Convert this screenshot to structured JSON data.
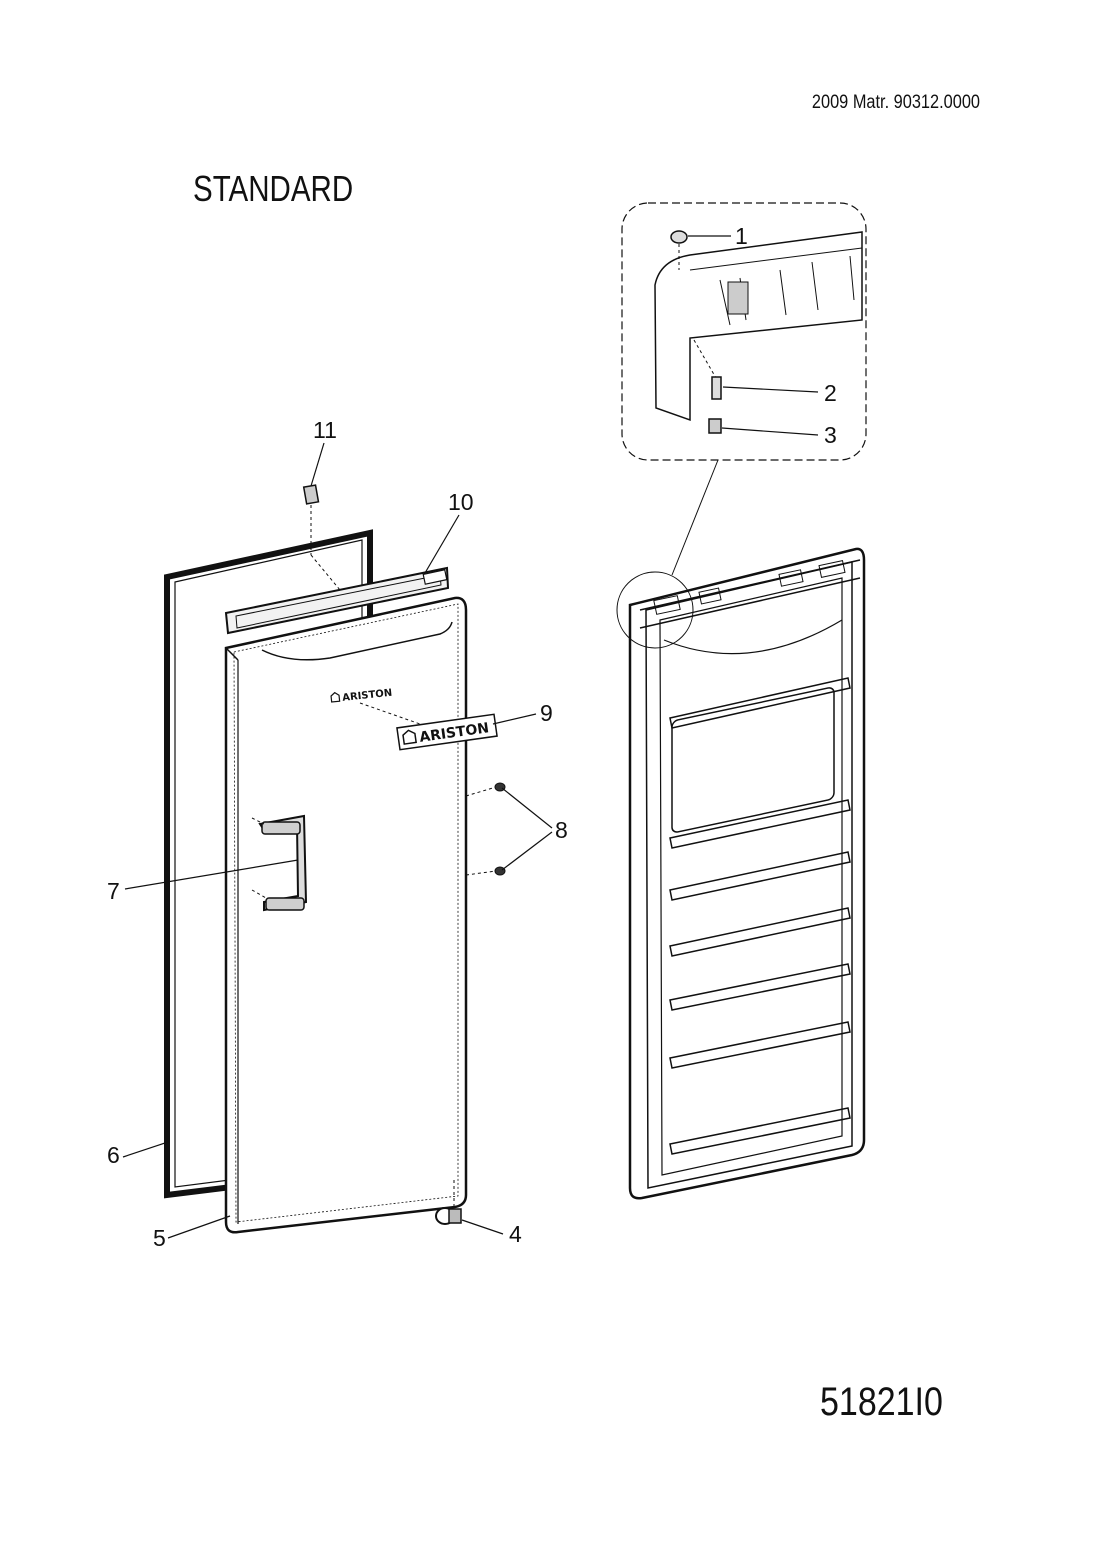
{
  "header": {
    "doc_ref": "2009  Matr. 90312.0000",
    "variant": "STANDARD"
  },
  "footer": {
    "drawing_code": "51821I0"
  },
  "callouts": [
    "1",
    "2",
    "3",
    "4",
    "5",
    "6",
    "7",
    "8",
    "9",
    "10",
    "11"
  ],
  "branding": {
    "door_logo": "ARISTON",
    "badge_logo": "ARISTON"
  },
  "colors": {
    "line": "#111111",
    "background": "#ffffff",
    "shade": "#e8e8e8"
  }
}
